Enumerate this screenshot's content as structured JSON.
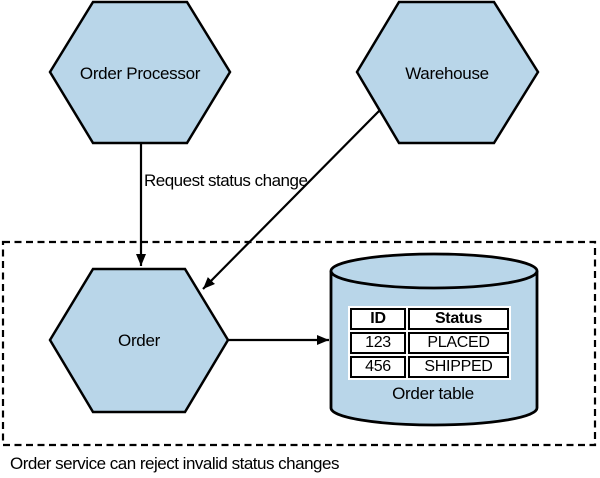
{
  "diagram": {
    "caption": "Order service can reject invalid status changes",
    "nodes": {
      "order_processor": {
        "label": "Order Processor"
      },
      "warehouse": {
        "label": "Warehouse"
      },
      "order": {
        "label": "Order"
      }
    },
    "edges": {
      "request_status_change": {
        "label": "Request status change"
      }
    },
    "database": {
      "caption": "Order table",
      "table": {
        "headers": [
          "ID",
          "Status"
        ],
        "rows": [
          [
            "123",
            "PLACED"
          ],
          [
            "456",
            "SHIPPED"
          ]
        ]
      }
    },
    "colors": {
      "node_fill": "#b9d6e9",
      "stroke": "#000000",
      "background": "#ffffff"
    }
  }
}
